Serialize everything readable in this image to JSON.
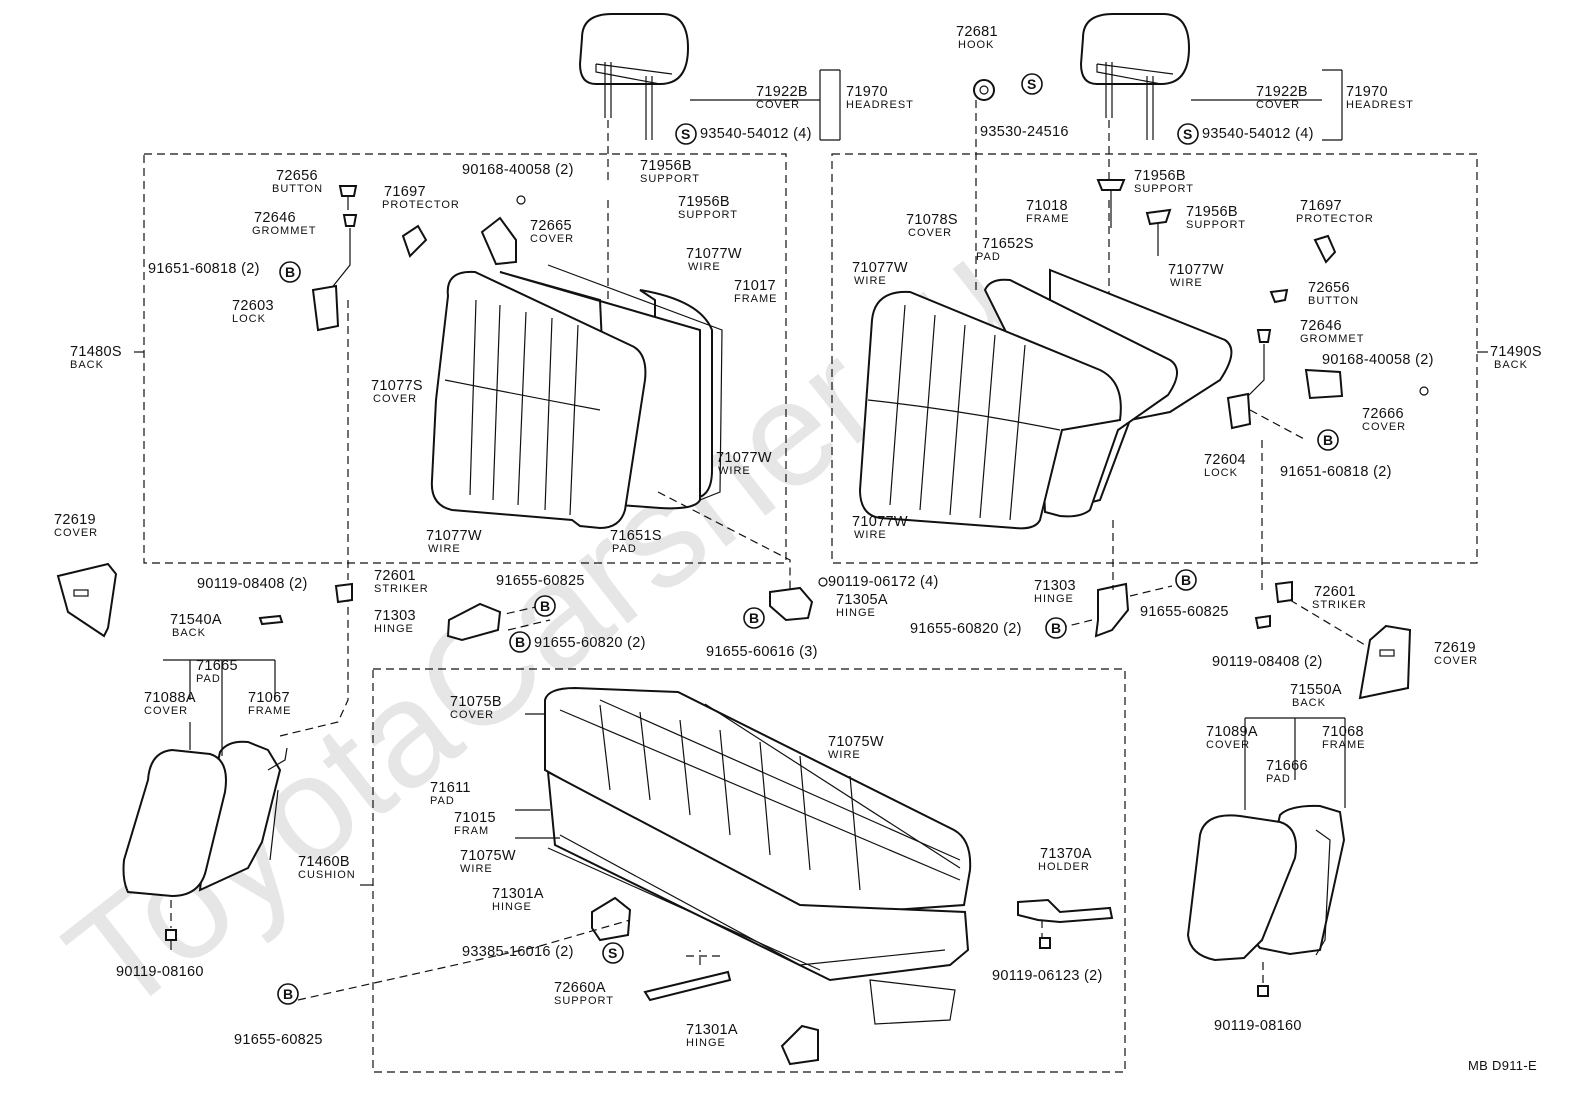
{
  "watermark": "ToyotaCarsher.ru",
  "diagram_code": "MB D911-E",
  "circle_labels": {
    "s": "S",
    "b": "B"
  },
  "labels": [
    {
      "id": "71970-l",
      "pn": "71970",
      "name": "HEADREST"
    },
    {
      "id": "71922b-l",
      "pn": "71922B",
      "name": "COVER"
    },
    {
      "id": "93540-l",
      "pn": "93540-54012 (4)",
      "name": ""
    },
    {
      "id": "90168-l",
      "pn": "90168-40058 (2)",
      "name": ""
    },
    {
      "id": "71956b-l1",
      "pn": "71956B",
      "name": "SUPPORT"
    },
    {
      "id": "71956b-l2",
      "pn": "71956B",
      "name": "SUPPORT"
    },
    {
      "id": "72665-l",
      "pn": "72665",
      "name": "COVER"
    },
    {
      "id": "72656-l",
      "pn": "72656",
      "name": "BUTTON"
    },
    {
      "id": "72646-l",
      "pn": "72646",
      "name": "GROMMET"
    },
    {
      "id": "71697-l",
      "pn": "71697",
      "name": "PROTECTOR"
    },
    {
      "id": "91651-l",
      "pn": "91651-60818 (2)",
      "name": ""
    },
    {
      "id": "72603-l",
      "pn": "72603",
      "name": "LOCK"
    },
    {
      "id": "71480s-l",
      "pn": "71480S",
      "name": "BACK"
    },
    {
      "id": "71077s-l",
      "pn": "71077S",
      "name": "COVER"
    },
    {
      "id": "71077w-l1",
      "pn": "71077W",
      "name": "WIRE"
    },
    {
      "id": "71017-l",
      "pn": "71017",
      "name": "FRAME"
    },
    {
      "id": "71077w-l2",
      "pn": "71077W",
      "name": "WIRE"
    },
    {
      "id": "71077w-l3",
      "pn": "71077W",
      "name": "WIRE"
    },
    {
      "id": "71651s-l",
      "pn": "71651S",
      "name": "PAD"
    },
    {
      "id": "72619-l",
      "pn": "72619",
      "name": "COVER"
    },
    {
      "id": "90119-08408-l",
      "pn": "90119-08408 (2)",
      "name": ""
    },
    {
      "id": "72601-l",
      "pn": "72601",
      "name": "STRIKER"
    },
    {
      "id": "71303-l",
      "pn": "71303",
      "name": "HINGE"
    },
    {
      "id": "91655-60825-l",
      "pn": "91655-60825",
      "name": ""
    },
    {
      "id": "91655-60820-l",
      "pn": "91655-60820 (2)",
      "name": ""
    },
    {
      "id": "90119-06172-l",
      "pn": "90119-06172 (4)",
      "name": ""
    },
    {
      "id": "71305a-l",
      "pn": "71305A",
      "name": "HINGE"
    },
    {
      "id": "91655-60616-l",
      "pn": "91655-60616 (3)",
      "name": ""
    },
    {
      "id": "71540a-l",
      "pn": "71540A",
      "name": "BACK"
    },
    {
      "id": "71665-l",
      "pn": "71665",
      "name": "PAD"
    },
    {
      "id": "71088a-l",
      "pn": "71088A",
      "name": "COVER"
    },
    {
      "id": "71067-l",
      "pn": "71067",
      "name": "FRAME"
    },
    {
      "id": "90119-08160-l",
      "pn": "90119-08160",
      "name": ""
    },
    {
      "id": "91655-60825-bl",
      "pn": "91655-60825",
      "name": ""
    },
    {
      "id": "71075b-l",
      "pn": "71075B",
      "name": "COVER"
    },
    {
      "id": "71075w-l1",
      "pn": "71075W",
      "name": "WIRE"
    },
    {
      "id": "71611-l",
      "pn": "71611",
      "name": "PAD"
    },
    {
      "id": "71015-l",
      "pn": "71015",
      "name": "FRAM"
    },
    {
      "id": "71075w-l2",
      "pn": "71075W",
      "name": "WIRE"
    },
    {
      "id": "71460b-l",
      "pn": "71460B",
      "name": "CUSHION"
    },
    {
      "id": "71301a-l1",
      "pn": "71301A",
      "name": "HINGE"
    },
    {
      "id": "93385-l",
      "pn": "93385-16016 (2)",
      "name": ""
    },
    {
      "id": "72660a-l",
      "pn": "72660A",
      "name": "SUPPORT"
    },
    {
      "id": "71301a-l2",
      "pn": "71301A",
      "name": "HINGE"
    },
    {
      "id": "71370a-l",
      "pn": "71370A",
      "name": "HOLDER"
    },
    {
      "id": "90119-06123-l",
      "pn": "90119-06123 (2)",
      "name": ""
    },
    {
      "id": "72681-l",
      "pn": "72681",
      "name": "HOOK"
    },
    {
      "id": "93530-l",
      "pn": "93530-24516",
      "name": ""
    },
    {
      "id": "r71970-l",
      "pn": "71970",
      "name": "HEADREST"
    },
    {
      "id": "r71922b-l",
      "pn": "71922B",
      "name": "COVER"
    },
    {
      "id": "r93540-l",
      "pn": "93540-54012 (4)",
      "name": ""
    },
    {
      "id": "r71956b-l1",
      "pn": "71956B",
      "name": "SUPPORT"
    },
    {
      "id": "r71956b-l2",
      "pn": "71956B",
      "name": "SUPPORT"
    },
    {
      "id": "71078s-l",
      "pn": "71078S",
      "name": "COVER"
    },
    {
      "id": "71018-l",
      "pn": "71018",
      "name": "FRAME"
    },
    {
      "id": "71652s-l",
      "pn": "71652S",
      "name": "PAD"
    },
    {
      "id": "r71077w-l1",
      "pn": "71077W",
      "name": "WIRE"
    },
    {
      "id": "r71077w-l2",
      "pn": "71077W",
      "name": "WIRE"
    },
    {
      "id": "r71077w-l3",
      "pn": "71077W",
      "name": "WIRE"
    },
    {
      "id": "r71697-l",
      "pn": "71697",
      "name": "PROTECTOR"
    },
    {
      "id": "r72656-l",
      "pn": "72656",
      "name": "BUTTON"
    },
    {
      "id": "r72646-l",
      "pn": "72646",
      "name": "GROMMET"
    },
    {
      "id": "71490s-l",
      "pn": "71490S",
      "name": "BACK"
    },
    {
      "id": "r90168-l",
      "pn": "90168-40058 (2)",
      "name": ""
    },
    {
      "id": "72666-l",
      "pn": "72666",
      "name": "COVER"
    },
    {
      "id": "72604-l",
      "pn": "72604",
      "name": "LOCK"
    },
    {
      "id": "r91651-l",
      "pn": "91651-60818 (2)",
      "name": ""
    },
    {
      "id": "r71303-l",
      "pn": "71303",
      "name": "HINGE"
    },
    {
      "id": "r91655-60825-l",
      "pn": "91655-60825",
      "name": ""
    },
    {
      "id": "r91655-60820-l",
      "pn": "91655-60820 (2)",
      "name": ""
    },
    {
      "id": "r72601-l",
      "pn": "72601",
      "name": "STRIKER"
    },
    {
      "id": "r90119-08408-l",
      "pn": "90119-08408 (2)",
      "name": ""
    },
    {
      "id": "r72619-l",
      "pn": "72619",
      "name": "COVER"
    },
    {
      "id": "71550a-l",
      "pn": "71550A",
      "name": "BACK"
    },
    {
      "id": "71089a-l",
      "pn": "71089A",
      "name": "COVER"
    },
    {
      "id": "71068-l",
      "pn": "71068",
      "name": "FRAME"
    },
    {
      "id": "71666-l",
      "pn": "71666",
      "name": "PAD"
    },
    {
      "id": "r90119-08160-l",
      "pn": "90119-08160",
      "name": ""
    }
  ]
}
